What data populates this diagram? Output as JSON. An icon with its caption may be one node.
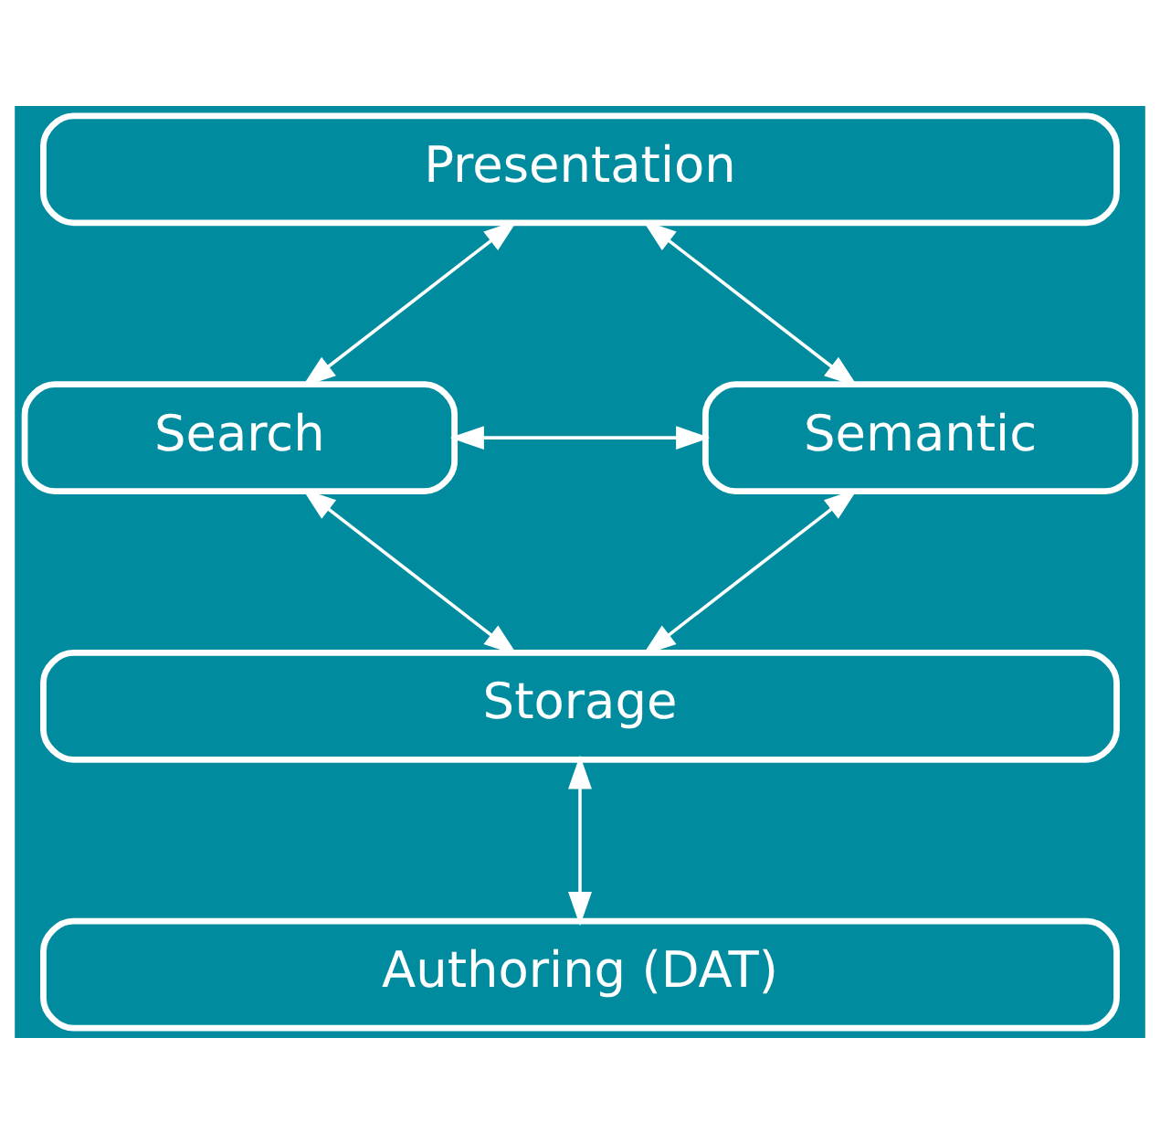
{
  "diagram": {
    "nodes": [
      {
        "text": [
          "Presentation"
        ]
      },
      {
        "text": [
          "Search"
        ]
      },
      {
        "text": [
          "Semantic"
        ]
      },
      {
        "text": [
          "Storage"
        ]
      },
      {
        "text": [
          "Authoring (DAT)"
        ]
      }
    ],
    "edges": [
      {
        "from": 0,
        "to": 1,
        "arrow": "both"
      },
      {
        "from": 0,
        "to": 2,
        "arrow": "both"
      },
      {
        "from": 1,
        "to": 2,
        "arrow": "both"
      },
      {
        "from": 1,
        "to": 3,
        "arrow": "both"
      },
      {
        "from": 2,
        "to": 3,
        "arrow": "both"
      },
      {
        "from": 3,
        "to": 4,
        "arrow": "both"
      }
    ]
  }
}
